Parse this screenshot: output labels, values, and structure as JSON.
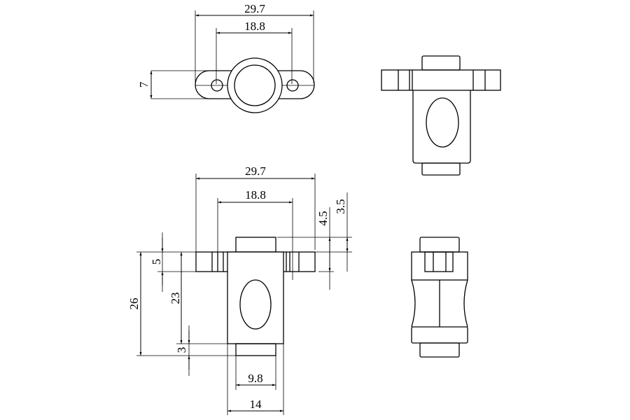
{
  "drawing": {
    "colors": {
      "line": "#000000",
      "background": "#ffffff"
    },
    "top_view": {
      "overall_width": "29.7",
      "hole_spacing": "18.8",
      "flange_height": "7"
    },
    "front_view": {
      "overall_width": "29.7",
      "hole_spacing": "18.8",
      "flange_offset": "4.5",
      "cap_height": "3.5",
      "flange_thickness": "5",
      "total_height": "26",
      "body_height": "23",
      "bottom_cap_height": "3",
      "cap_width": "9.8",
      "body_width": "14"
    }
  }
}
